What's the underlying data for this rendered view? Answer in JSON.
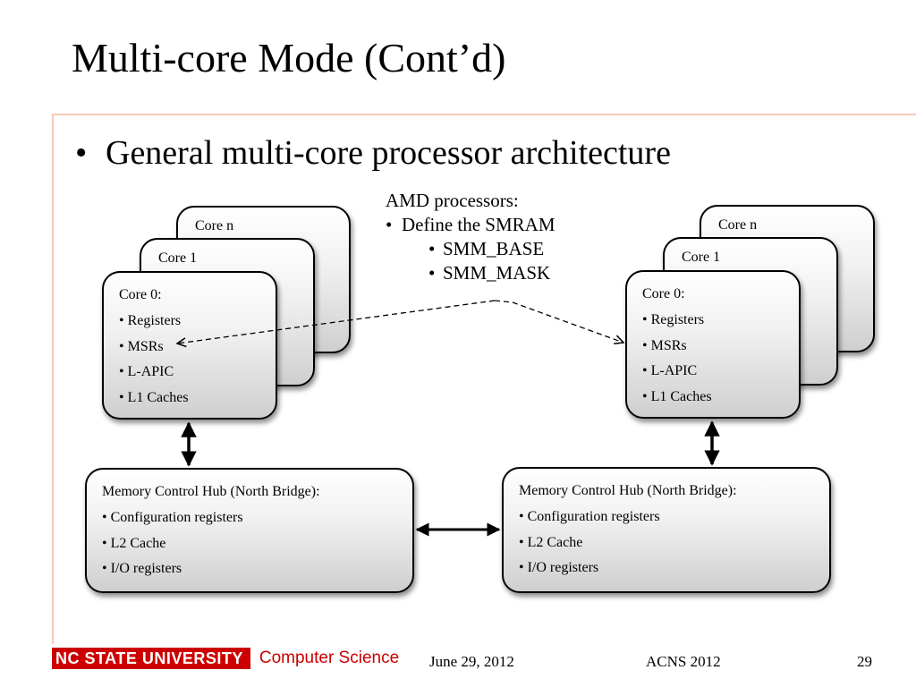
{
  "title": "Multi-core Mode (Cont’d)",
  "bullet": "General multi-core processor architecture",
  "bullet_marker": "•",
  "note": {
    "heading": "AMD processors:",
    "item": "Define the SMRAM",
    "subitems": [
      "SMM_BASE",
      "SMM_MASK"
    ],
    "bullet": "•"
  },
  "left": {
    "core_n": "Core n",
    "core_1": "Core 1",
    "core_0": {
      "heading": "Core 0:",
      "items": [
        "• Registers",
        "• MSRs",
        "• L-APIC",
        "• L1  Caches"
      ]
    },
    "mch": {
      "heading": "Memory Control Hub (North Bridge):",
      "items": [
        "• Configuration registers",
        "• L2 Cache",
        "• I/O registers"
      ]
    }
  },
  "right": {
    "core_n": "Core n",
    "core_1": "Core 1",
    "core_0": {
      "heading": "Core 0:",
      "items": [
        "• Registers",
        "• MSRs",
        "• L-APIC",
        "• L1  Caches"
      ]
    },
    "mch": {
      "heading": "Memory Control Hub (North Bridge):",
      "items": [
        "• Configuration registers",
        "• L2 Cache",
        "• I/O registers"
      ]
    }
  },
  "footer": {
    "university": "NC STATE UNIVERSITY",
    "department": "Computer Science",
    "date": "June 29, 2012",
    "conference": "ACNS 2012",
    "page": "29"
  },
  "colors": {
    "brand_red": "#cc0000",
    "rule": "#f5c9b9"
  }
}
